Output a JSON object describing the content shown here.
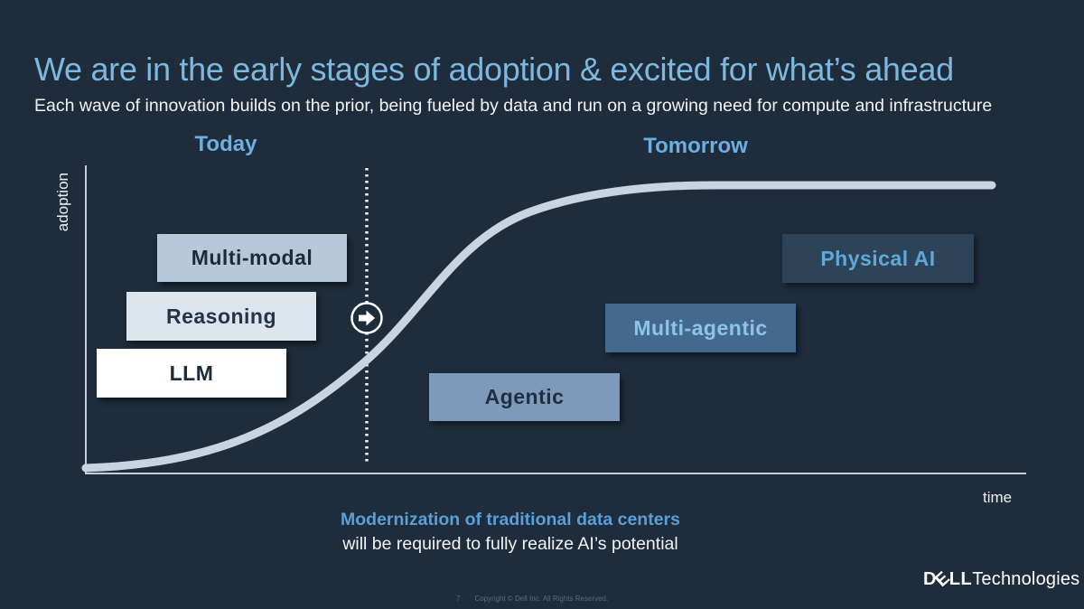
{
  "header": {
    "title": "We are in the early stages of adoption & excited for what’s ahead",
    "subtitle": "Each wave of innovation builds on the prior, being fueled by data and run on a growing need for compute and infrastructure"
  },
  "chart": {
    "today_label": "Today",
    "tomorrow_label": "Tomorrow",
    "y_axis_label": "adoption",
    "x_axis_label": "time",
    "stages": {
      "multi_modal": "Multi-modal",
      "reasoning": "Reasoning",
      "llm": "LLM",
      "agentic": "Agentic",
      "multi_agentic": "Multi-agentic",
      "physical_ai": "Physical AI"
    }
  },
  "callout": {
    "line1": "Modernization of traditional data centers",
    "line2": "will be required to fully realize AI’s potential"
  },
  "footer": {
    "page_number": "7",
    "copyright": "Copyright © Dell Inc. All Rights Reserved.",
    "logo": {
      "d": "D",
      "e": "E",
      "ll": "LL",
      "suffix": "Technologies"
    }
  },
  "colors": {
    "background": "#1e2c3b",
    "title_blue": "#7db8de",
    "era_label_blue": "#6cb0e2",
    "callout_blue": "#5b9fd8",
    "curve": "#c9d4e1",
    "axis": "#c6cfd9",
    "box_multi_modal": "#b7c8da",
    "box_reasoning": "#dce4ee",
    "box_llm": "#ffffff",
    "box_agentic": "#7e9abb",
    "box_multi_agentic": "#45688f",
    "box_physical_ai": "#2d4357",
    "box_physical_ai_text": "#5fa8d9",
    "box_multi_agentic_text": "#8ec4ea",
    "white_text": "#f1f4f6"
  },
  "chart_data": {
    "type": "line",
    "title": "AI adoption S-curve over time",
    "xlabel": "time",
    "ylabel": "adoption",
    "x_ticks": [],
    "y_ticks": [],
    "legend": null,
    "grid": false,
    "series": [
      {
        "name": "adoption",
        "style": "thick light S-curve, no markers",
        "x_normalized": [
          0.0,
          0.1,
          0.2,
          0.31,
          0.38,
          0.44,
          0.54,
          0.64,
          1.0
        ],
        "y_normalized": [
          0.02,
          0.05,
          0.15,
          0.39,
          0.73,
          0.87,
          0.95,
          1.0,
          1.0
        ]
      }
    ],
    "divider": {
      "style": "vertical dotted line with right-arrow circle marker",
      "x_normalized": 0.31,
      "left_region_label": "Today",
      "right_region_label": "Tomorrow"
    },
    "annotations": [
      {
        "label": "LLM",
        "era": "Today",
        "x_normalized": 0.11,
        "y_normalized": 0.33
      },
      {
        "label": "Reasoning",
        "era": "Today",
        "x_normalized": 0.14,
        "y_normalized": 0.53
      },
      {
        "label": "Multi-modal",
        "era": "Today",
        "x_normalized": 0.18,
        "y_normalized": 0.74
      },
      {
        "label": "Agentic",
        "era": "Tomorrow",
        "x_normalized": 0.47,
        "y_normalized": 0.25
      },
      {
        "label": "Multi-agentic",
        "era": "Tomorrow",
        "x_normalized": 0.66,
        "y_normalized": 0.49
      },
      {
        "label": "Physical AI",
        "era": "Tomorrow",
        "x_normalized": 0.85,
        "y_normalized": 0.74
      }
    ]
  }
}
